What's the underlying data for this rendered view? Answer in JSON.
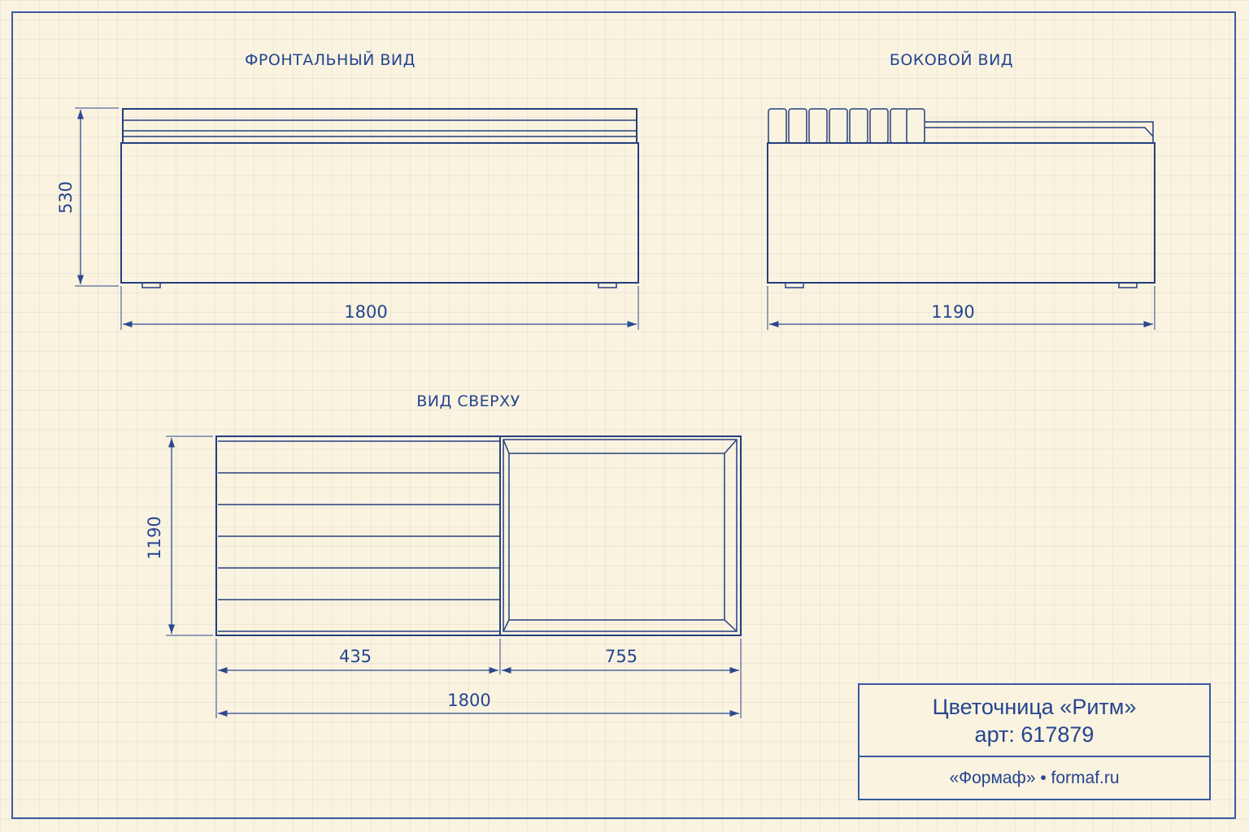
{
  "views": {
    "front": {
      "title": "ФРОНТАЛЬНЫЙ ВИД",
      "height": "530",
      "width": "1800"
    },
    "side": {
      "title": "БОКОВОЙ ВИД",
      "depth": "1190"
    },
    "top": {
      "title": "ВИД СВЕРХУ",
      "depth": "1190",
      "seat_width": "435",
      "box_width": "755",
      "total_width": "1800"
    }
  },
  "title_block": {
    "product": "Цветочница «Ритм»",
    "article": "арт: 617879",
    "maker": "«Формаф» • formaf.ru"
  },
  "colors": {
    "line": "#243f7e",
    "paper": "#faf3e0",
    "text": "#24458f"
  }
}
